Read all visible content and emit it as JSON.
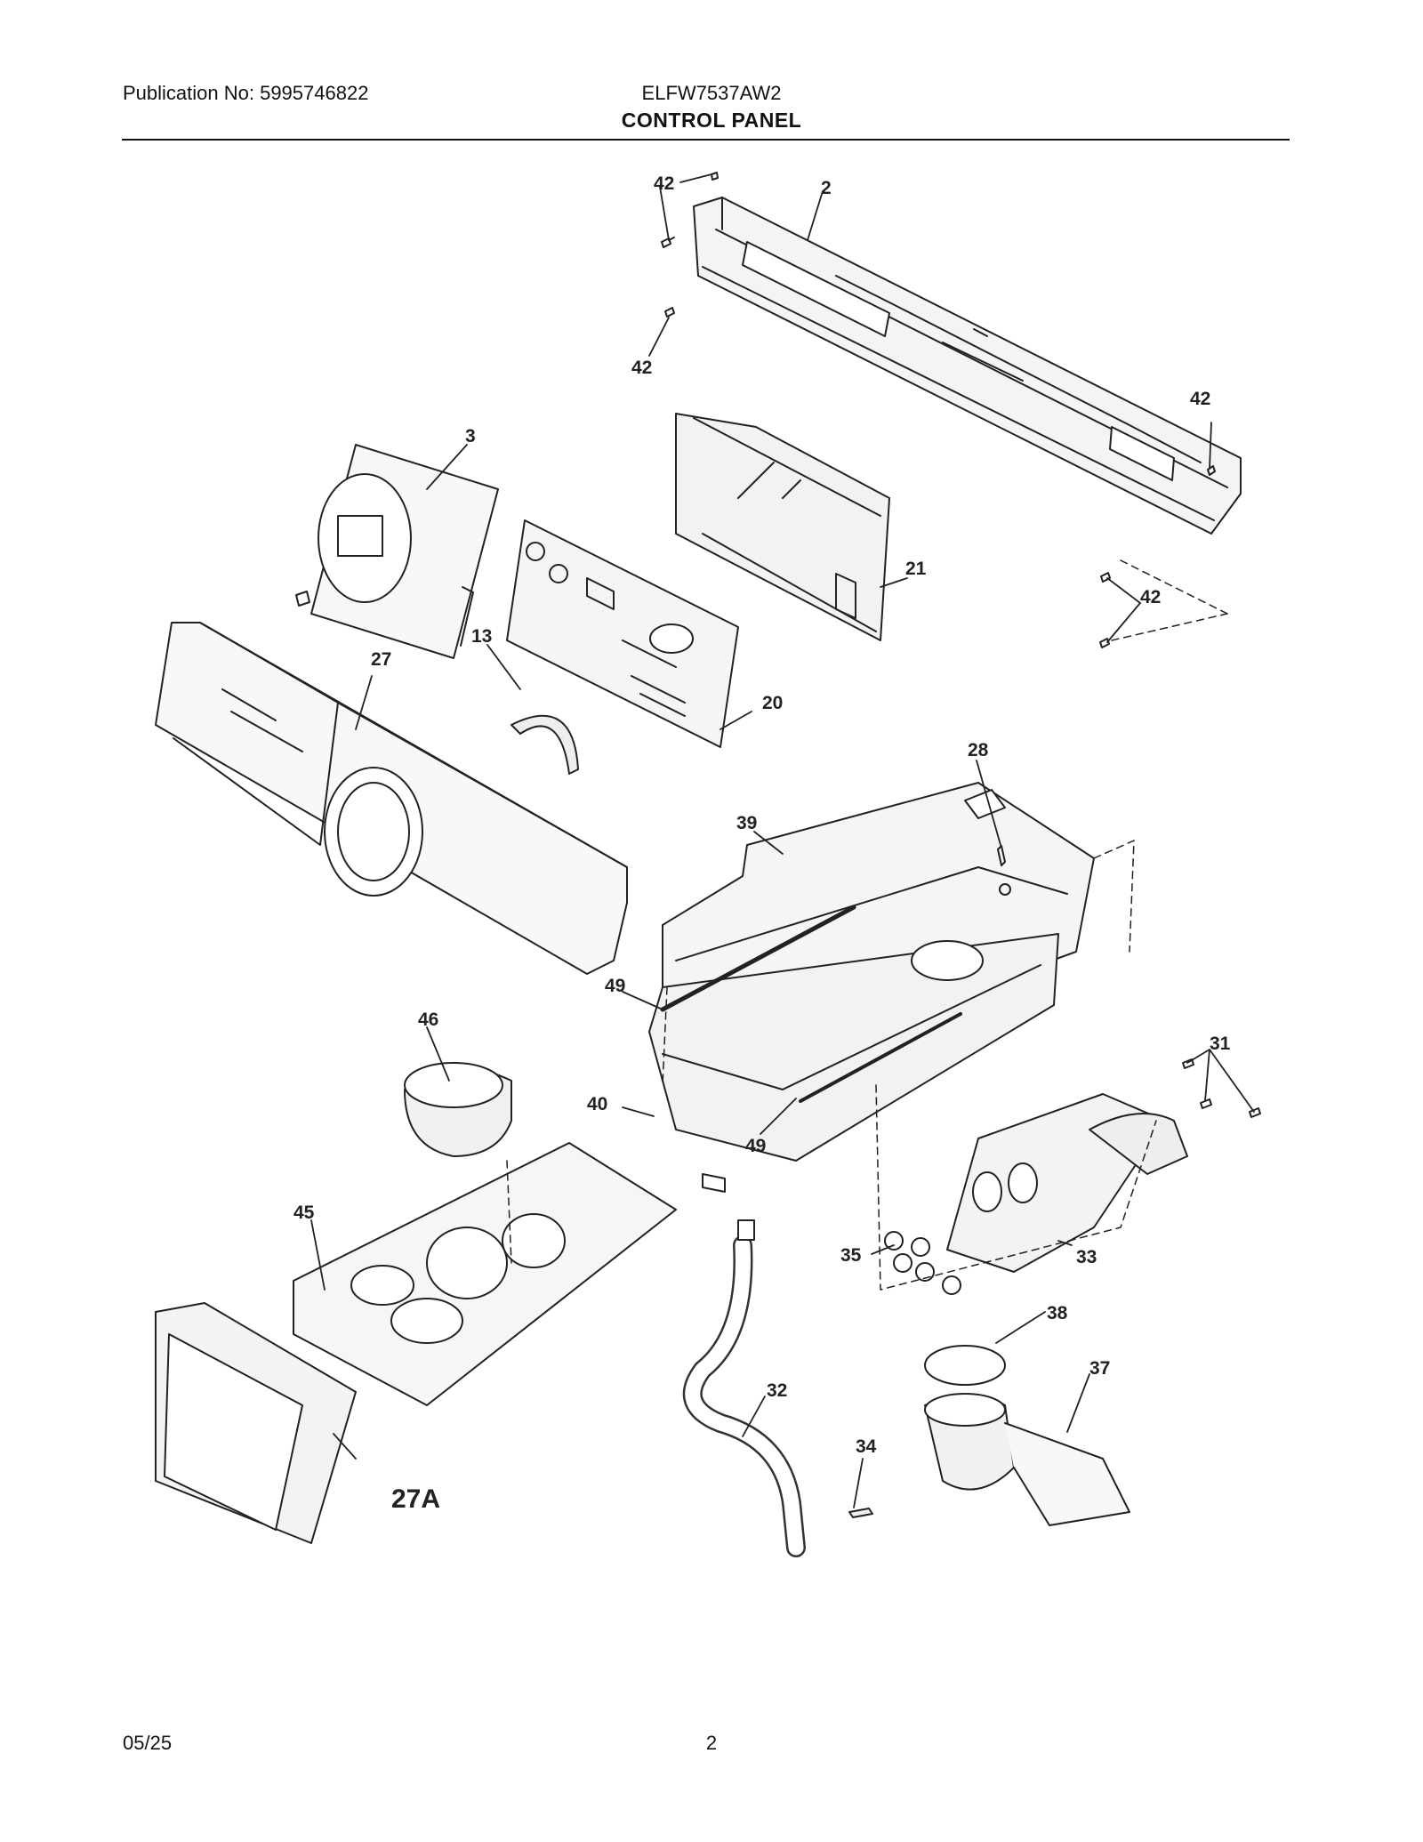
{
  "header": {
    "publication": "Publication No: 5995746822",
    "model": "ELFW7537AW2",
    "title": "CONTROL PANEL"
  },
  "footer": {
    "date": "05/25",
    "page": "2"
  },
  "callouts": [
    "42",
    "2",
    "42",
    "42",
    "42",
    "3",
    "21",
    "13",
    "27",
    "20",
    "28",
    "39",
    "49",
    "46",
    "40",
    "49",
    "31",
    "45",
    "35",
    "33",
    "38",
    "37",
    "32",
    "34",
    "27A"
  ]
}
